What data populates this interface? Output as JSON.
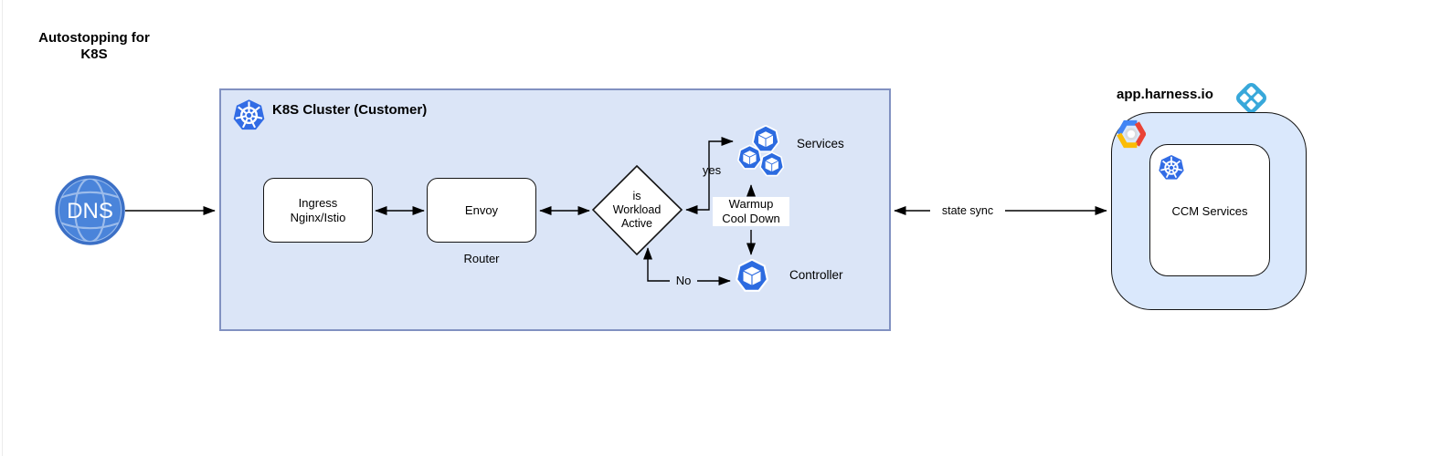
{
  "title": {
    "line1": "Autostopping for",
    "line2": "K8S"
  },
  "dns": {
    "label": "DNS"
  },
  "cluster": {
    "title": "K8S Cluster (Customer)",
    "ingress": {
      "line1": "Ingress",
      "line2": "Nginx/Istio"
    },
    "envoy": {
      "label": "Envoy",
      "caption": "Router"
    },
    "decision": {
      "line1": "is",
      "line2": "Workload",
      "line3": "Active"
    },
    "edges": {
      "yes": "yes",
      "no": "No",
      "warmup_line1": "Warmup",
      "warmup_line2": "Cool Down"
    },
    "services_label": "Services",
    "controller_label": "Controller"
  },
  "state_sync": {
    "label": "state sync"
  },
  "harness": {
    "domain": "app.harness.io",
    "ccm_label": "CCM Services"
  },
  "icons": {
    "dns": "dns-globe-icon",
    "kubernetes": "kubernetes-icon",
    "services": "services-workloads-icon",
    "controller": "controller-workload-icon",
    "gcp": "gcp-hexagon-icon",
    "harness": "harness-logo-icon"
  },
  "colors": {
    "cluster_fill": "#dbe5f7",
    "cluster_border": "#8191c1",
    "harness_fill": "#dae8fc",
    "kubernetes_blue": "#326ce5",
    "workload_blue": "#2c6be0",
    "dns_blue": "#4a84da",
    "harness_logo_blue": "#38a8da",
    "gcp_blue": "#4285f4",
    "gcp_red": "#ea4335",
    "gcp_yellow": "#fbbc05",
    "connector": "#000000"
  }
}
